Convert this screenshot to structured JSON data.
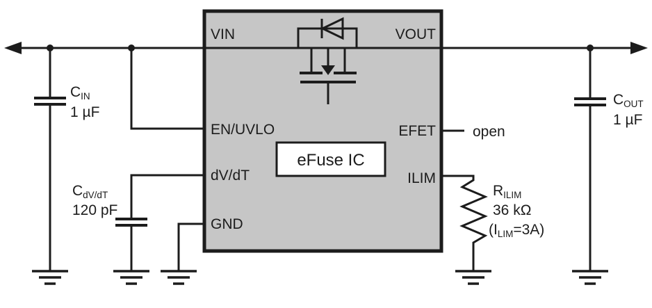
{
  "colors": {
    "ic_fill": "#c6c6c6",
    "line": "#1c1c1c",
    "background": "#ffffff",
    "label_box_fill": "#ffffff"
  },
  "ic": {
    "label": "eFuse IC",
    "pins": {
      "vin": "VIN",
      "en_uvlo": "EN/UVLO",
      "dvdt": "dV/dT",
      "gnd": "GND",
      "vout": "VOUT",
      "efet": "EFET",
      "ilim": "ILIM"
    }
  },
  "components": {
    "cin": {
      "ref": "C",
      "ref_sub": "IN",
      "value": "1 µF"
    },
    "cdvdt": {
      "ref": "C",
      "ref_sub": "dV/dT",
      "value": "120 pF"
    },
    "cout": {
      "ref": "C",
      "ref_sub": "OUT",
      "value": "1 µF"
    },
    "rilim": {
      "ref": "R",
      "ref_sub": "ILIM",
      "value": "36 kΩ",
      "note_pre": "(I",
      "note_sub": "LIM",
      "note_post": "=3A)"
    }
  },
  "annotations": {
    "efet_state": "open"
  }
}
